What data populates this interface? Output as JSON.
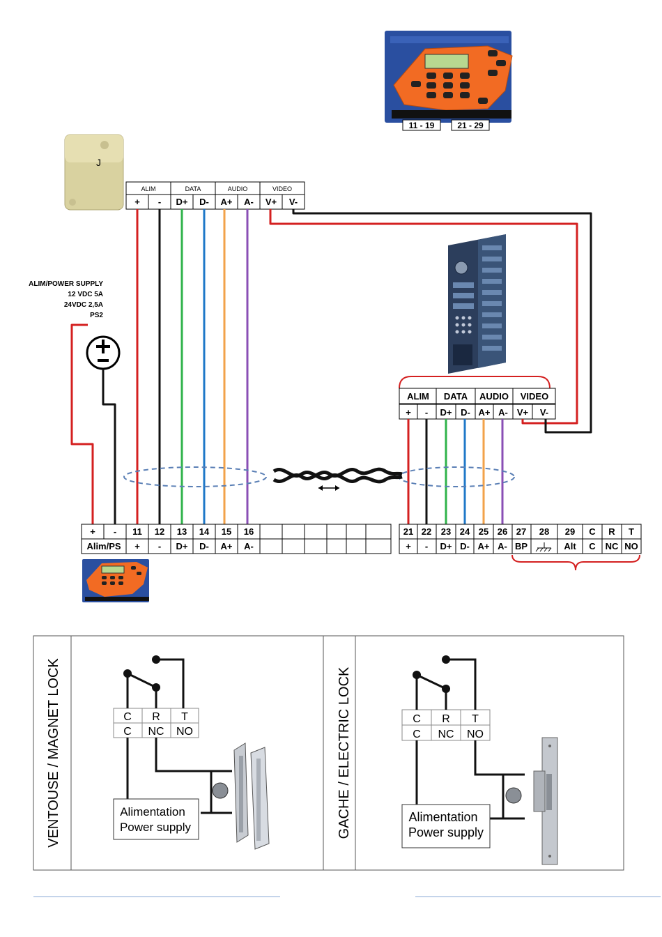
{
  "colors": {
    "red": "#d42020",
    "black": "#111111",
    "green": "#2fb34a",
    "blue": "#1f78c8",
    "orange": "#f2a24a",
    "purple": "#8a4fb5",
    "device_orange": "#f26b23",
    "device_blue": "#2a4fa0",
    "dash": "#5a7fb5"
  },
  "controller_top": {
    "connector_left": "11 - 19",
    "connector_right": "21 - 29"
  },
  "reader_terminal": {
    "groups": [
      "ALIM",
      "DATA",
      "AUDIO",
      "VIDEO"
    ],
    "pins": [
      "+",
      "-",
      "D+",
      "D-",
      "A+",
      "A-",
      "V+",
      "V-"
    ]
  },
  "power_supply": {
    "lines": [
      "ALIM/POWER SUPPLY",
      "12 VDC 5A",
      "24VDC 2,5A",
      "PS2"
    ]
  },
  "panel_terminal": {
    "groups": [
      "ALIM",
      "DATA",
      "AUDIO",
      "VIDEO"
    ],
    "pins": [
      "+",
      "-",
      "D+",
      "D-",
      "A+",
      "A-",
      "V+",
      "V-"
    ]
  },
  "bottom_left_block": {
    "top": [
      "+",
      "-",
      "11",
      "12",
      "13",
      "14",
      "15",
      "16",
      "",
      "",
      "",
      "",
      "",
      "",
      ""
    ],
    "bottom_alim": "Alim/PS",
    "bottom": [
      "+",
      "-",
      "D+",
      "D-",
      "A+",
      "A-",
      "",
      "",
      "",
      "",
      "",
      "",
      ""
    ]
  },
  "bottom_right_block": {
    "top": [
      "21",
      "22",
      "23",
      "24",
      "25",
      "26",
      "27",
      "28",
      "29",
      "C",
      "R",
      "T"
    ],
    "bottom": [
      "+",
      "-",
      "D+",
      "D-",
      "A+",
      "A-",
      "BP",
      "",
      "Alt",
      "C",
      "NC",
      "NO"
    ]
  },
  "magnet_lock": {
    "title": "VENTOUSE / MAGNET LOCK",
    "terminal_top": [
      "C",
      "R",
      "T"
    ],
    "terminal_bottom": [
      "C",
      "NC",
      "NO"
    ],
    "supply_line1": "Alimentation",
    "supply_line2": "Power supply"
  },
  "electric_lock": {
    "title": "GACHE / ELECTRIC LOCK",
    "terminal_top": [
      "C",
      "R",
      "T"
    ],
    "terminal_bottom": [
      "C",
      "NC",
      "NO"
    ],
    "supply_line1": "Alimentation",
    "supply_line2": "Power supply"
  }
}
